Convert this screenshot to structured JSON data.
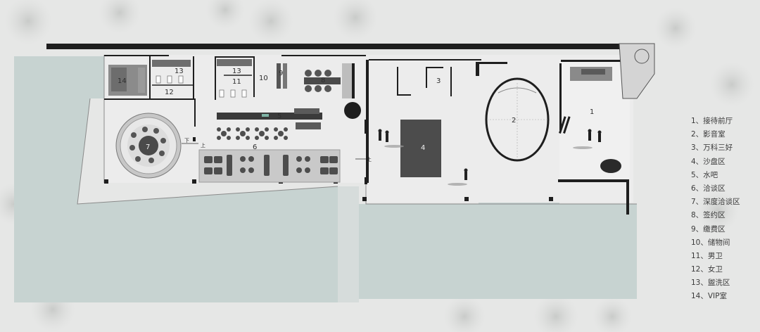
{
  "diagram": {
    "room_numbers": [
      "1",
      "2",
      "3",
      "4",
      "5",
      "6",
      "7",
      "8",
      "9",
      "10",
      "11",
      "12",
      "13",
      "14"
    ],
    "washroom_labels": {
      "a": "13",
      "b": "13",
      "c": "11",
      "d": "12"
    },
    "stair_marks": {
      "down": "下",
      "up_left": "上",
      "up_right": "上"
    }
  },
  "legend": {
    "items": [
      "1、接待前厅",
      "2、影音室",
      "3、万科三好",
      "4、沙盘区",
      "5、水吧",
      "6、洽谈区",
      "7、深度洽谈区",
      "8、签约区",
      "9、缴费区",
      "10、储物间",
      "11、男卫",
      "12、女卫",
      "13、盥洗区",
      "14、VIP室"
    ]
  },
  "colors": {
    "ground": "#e6e7e6",
    "water": "#c7d3d1",
    "floor": "#ececec",
    "wall": "#1e1e1e",
    "furniture": "#5a5a5a",
    "text": "#333333"
  }
}
